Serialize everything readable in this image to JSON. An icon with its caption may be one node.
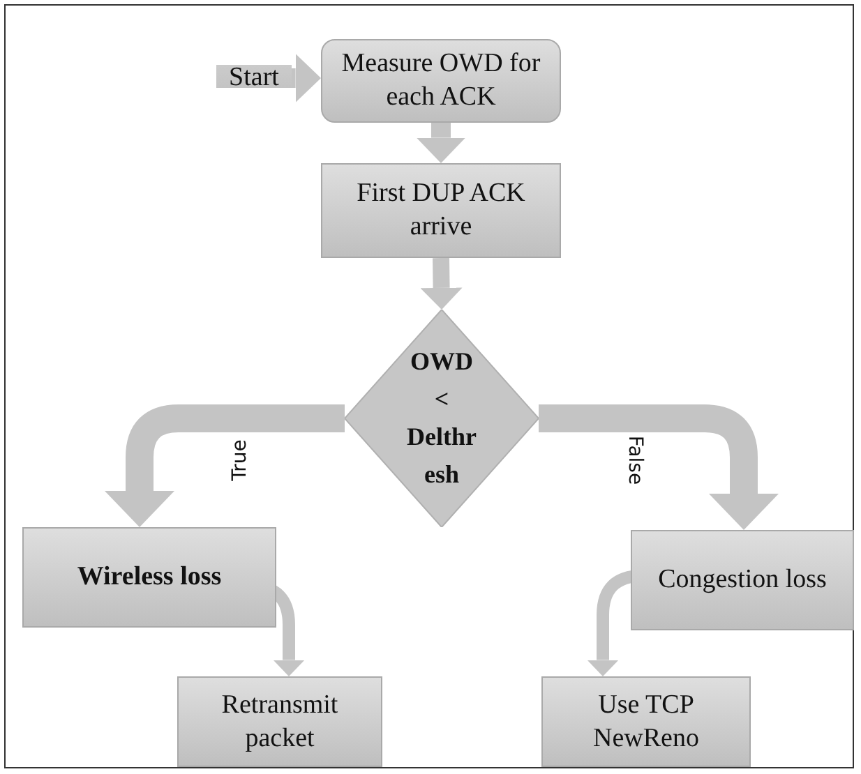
{
  "diagram": {
    "nodes": [
      {
        "text": [
          "Start"
        ]
      },
      {
        "text": [
          "Measure OWD for each ACK"
        ]
      },
      {
        "text": [
          "First DUP ACK arrive"
        ]
      },
      {
        "text": [
          "OWD < Delthr esh"
        ]
      },
      {
        "text": [
          "Wireless loss"
        ]
      },
      {
        "text": [
          "Retransmit packet"
        ]
      },
      {
        "text": [
          "Congestion loss"
        ]
      },
      {
        "text": [
          "Use TCP NewReno"
        ]
      }
    ],
    "edges": [
      {
        "from": 0,
        "to": 1,
        "arrow": "to"
      },
      {
        "from": 1,
        "to": 2,
        "arrow": "to"
      },
      {
        "from": 2,
        "to": 3,
        "arrow": "to"
      },
      {
        "from": 3,
        "to": 4,
        "arrow": "to",
        "label": "True"
      },
      {
        "from": 3,
        "to": 6,
        "arrow": "to",
        "label": "False"
      },
      {
        "from": 4,
        "to": 5,
        "arrow": "to"
      },
      {
        "from": 6,
        "to": 7,
        "arrow": "to"
      }
    ]
  }
}
